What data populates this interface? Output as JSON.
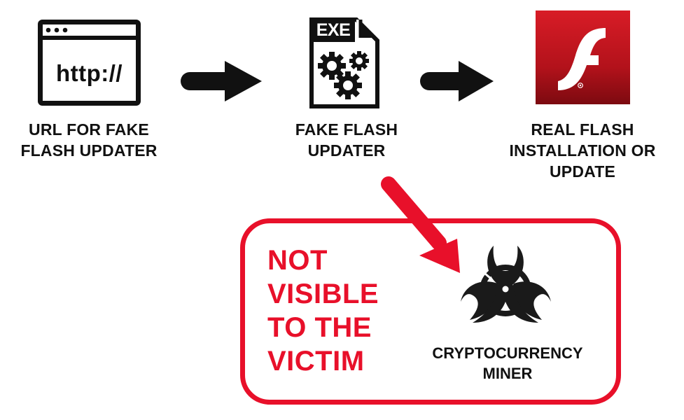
{
  "diagram": {
    "steps": [
      {
        "id": "url",
        "icon": "browser-window-icon",
        "icon_text": "http://",
        "label_lines": [
          "URL FOR FAKE",
          "FLASH UPDATER"
        ]
      },
      {
        "id": "fake-updater",
        "icon": "exe-file-gears-icon",
        "icon_text": "EXE",
        "label_lines": [
          "FAKE FLASH",
          "UPDATER"
        ]
      },
      {
        "id": "real-flash",
        "icon": "adobe-flash-logo-icon",
        "icon_text": "f",
        "label_lines": [
          "REAL FLASH",
          "INSTALLATION OR",
          "UPDATE"
        ]
      }
    ],
    "connectors": [
      {
        "from": "url",
        "to": "fake-updater",
        "style": "black-arrow"
      },
      {
        "from": "fake-updater",
        "to": "real-flash",
        "style": "black-arrow"
      },
      {
        "from": "fake-updater",
        "to": "miner",
        "style": "red-arrow"
      }
    ],
    "hidden_box": {
      "warning_lines": [
        "NOT",
        "VISIBLE",
        "TO THE",
        "VICTIM"
      ],
      "miner": {
        "icon": "biohazard-icon",
        "label_lines": [
          "CRYPTOCURRENCY",
          "MINER"
        ]
      }
    }
  },
  "colors": {
    "accent_red": "#e8102a",
    "text_black": "#111111",
    "flash_red_top": "#d11a24",
    "flash_red_bottom": "#7c0a10",
    "background": "#ffffff"
  }
}
